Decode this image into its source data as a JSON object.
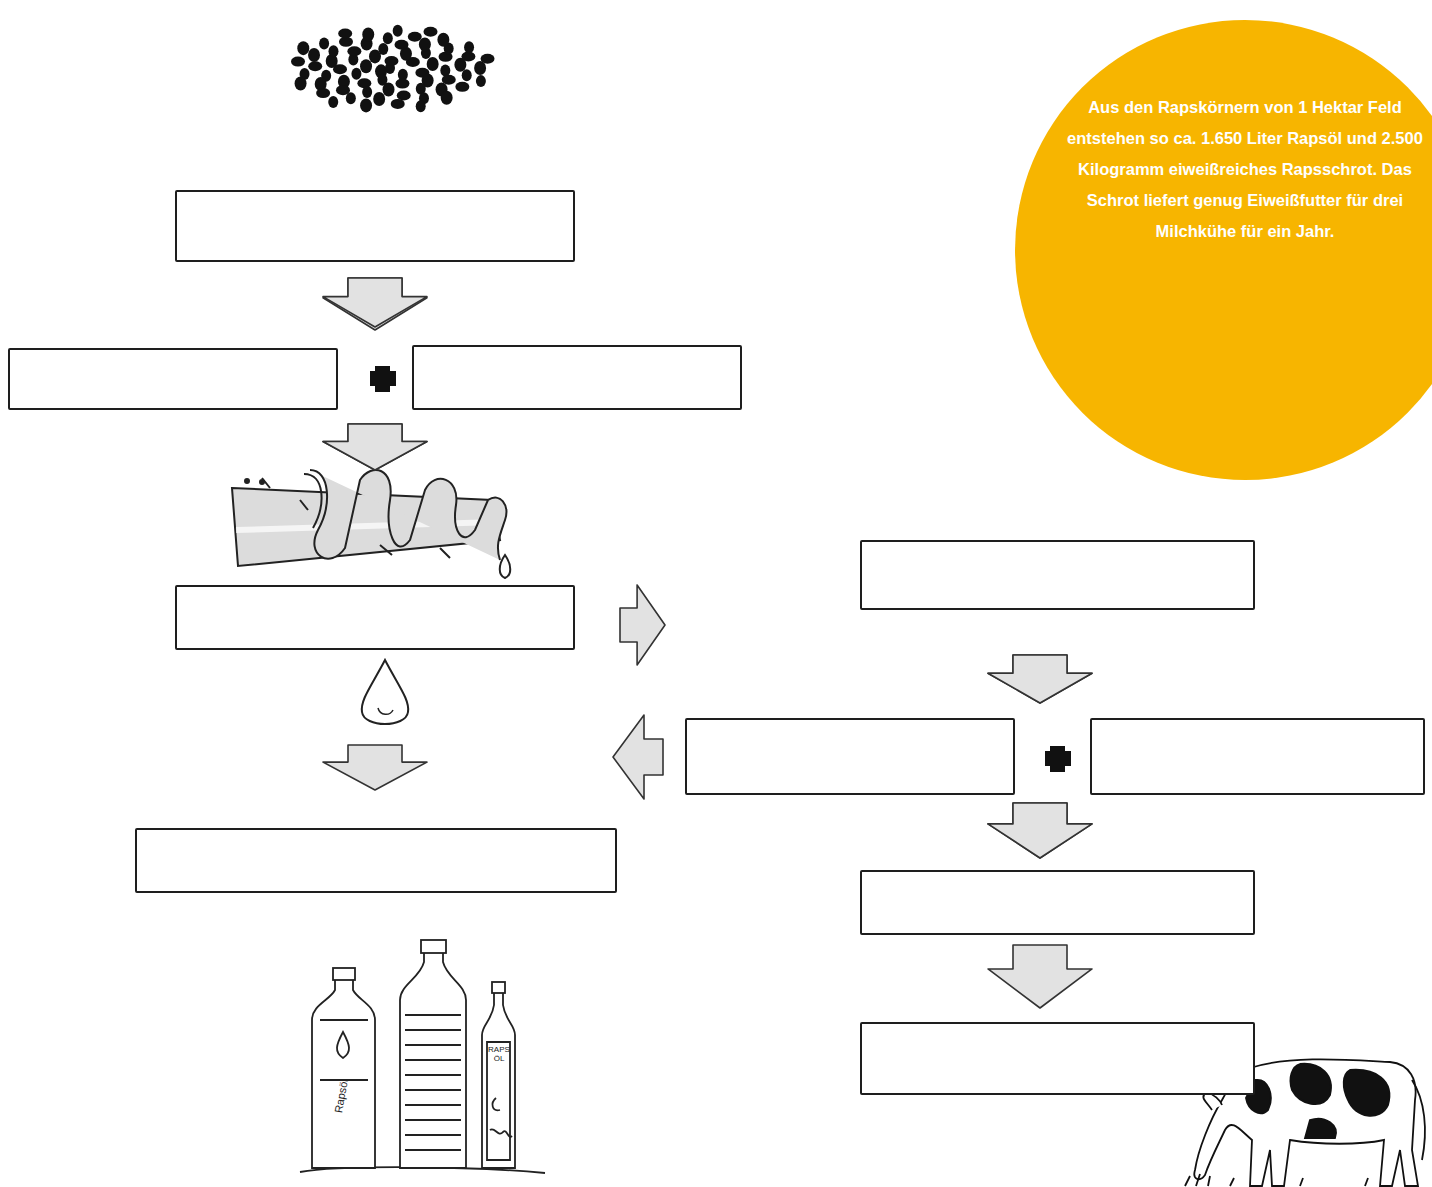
{
  "diagram": {
    "nodes": [
      {
        "text": []
      },
      {
        "text": []
      },
      {
        "text": []
      },
      {
        "text": []
      },
      {
        "text": []
      },
      {
        "text": []
      },
      {
        "text": []
      },
      {
        "text": []
      },
      {
        "text": []
      },
      {
        "text": []
      },
      {
        "text": [
          "Aus den Rapskörnern von 1 Hektar Feld entstehen so ca. 1.650 Liter Rapsöl und 2.500 Kilogramm eiweißreiches Rapsschrot. Das Schrot liefert genug Eiweißfutter für drei Milchkühe für ein Jahr."
        ]
      }
    ],
    "edges": [
      {
        "from": 0,
        "to": 1,
        "arrow": "to"
      },
      {
        "from": 0,
        "to": 2,
        "arrow": "to"
      },
      {
        "from": 1,
        "to": 3,
        "arrow": "to"
      },
      {
        "from": 2,
        "to": 3,
        "arrow": "to"
      },
      {
        "from": 3,
        "to": 4,
        "arrow": "to"
      },
      {
        "from": 3,
        "to": 7,
        "arrow": "to"
      },
      {
        "from": 4,
        "to": 5,
        "arrow": "to"
      },
      {
        "from": 4,
        "to": 6,
        "arrow": "to"
      },
      {
        "from": 5,
        "to": 7,
        "arrow": "to"
      },
      {
        "from": 5,
        "to": 8,
        "arrow": "to"
      },
      {
        "from": 6,
        "to": 8,
        "arrow": "to"
      },
      {
        "from": 8,
        "to": 9,
        "arrow": "to"
      }
    ],
    "labels": [
      "Rapsöl",
      "RAPS ÖL"
    ]
  }
}
